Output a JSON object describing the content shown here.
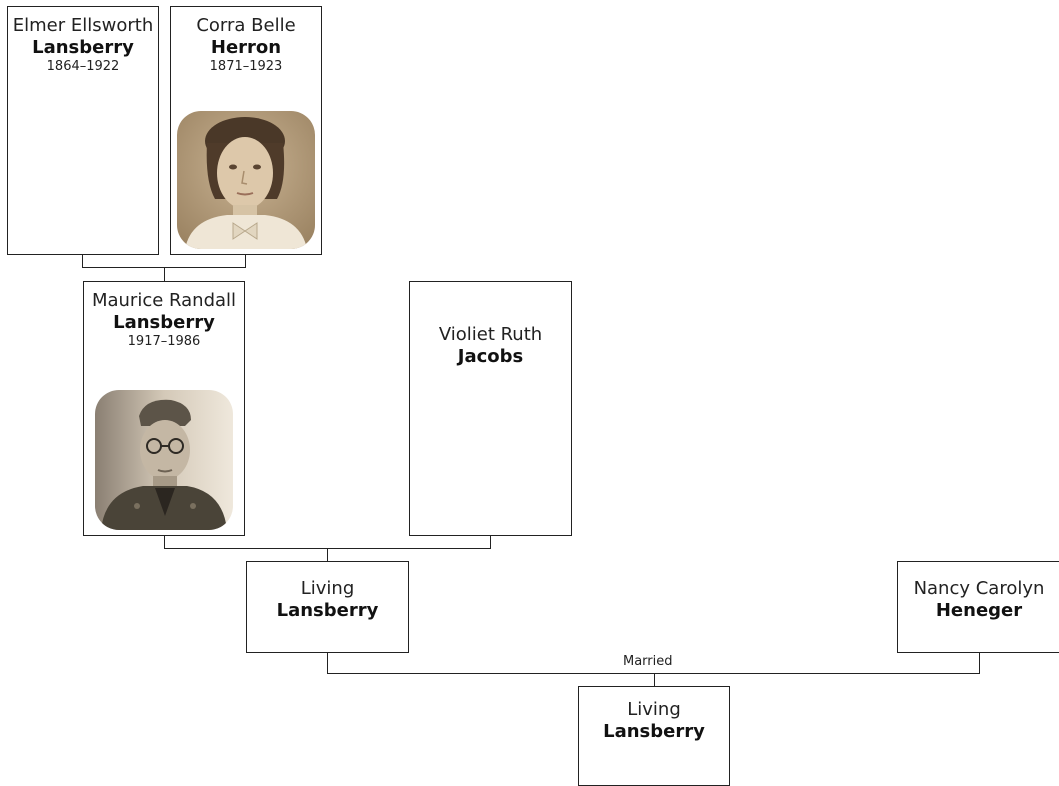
{
  "people": {
    "elmer": {
      "given": "Elmer Ellsworth",
      "surname": "Lansberry",
      "dates": "1864–1922"
    },
    "corra": {
      "given": "Corra Belle",
      "surname": "Herron",
      "dates": "1871–1923"
    },
    "maurice": {
      "given": "Maurice Randall",
      "surname": "Lansberry",
      "dates": "1917–1986"
    },
    "violiet": {
      "given": "Violiet Ruth",
      "surname": "Jacobs"
    },
    "living_parent": {
      "given": "Living",
      "surname": "Lansberry"
    },
    "nancy": {
      "given": "Nancy Carolyn",
      "surname": "Heneger"
    },
    "living_child": {
      "given": "Living",
      "surname": "Lansberry"
    }
  },
  "relationship": {
    "married_label": "Married"
  },
  "photos": {
    "corra": "woman-portrait-photo",
    "maurice": "soldier-portrait-photo"
  }
}
